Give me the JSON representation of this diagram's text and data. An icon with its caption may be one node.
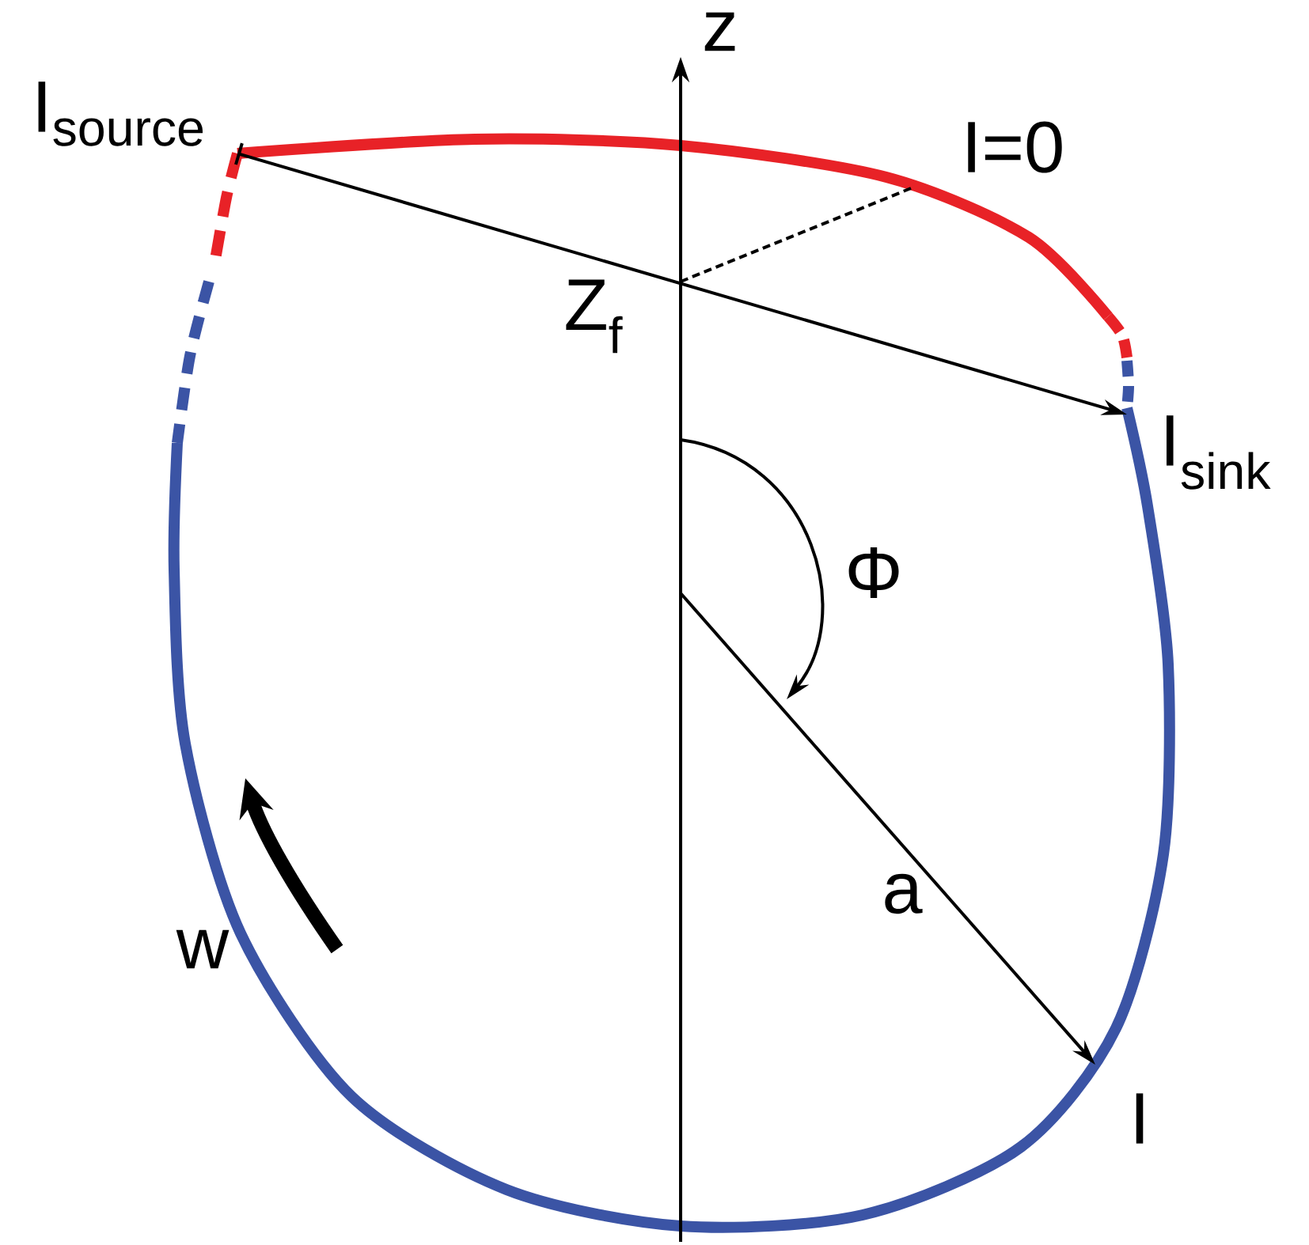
{
  "diagram": {
    "labels": [
      "z",
      "I$_{source}$",
      "I=0",
      "Z$_{f}$",
      "I$_{sink}$",
      "Φ",
      "a",
      "w",
      "I"
    ]
  }
}
